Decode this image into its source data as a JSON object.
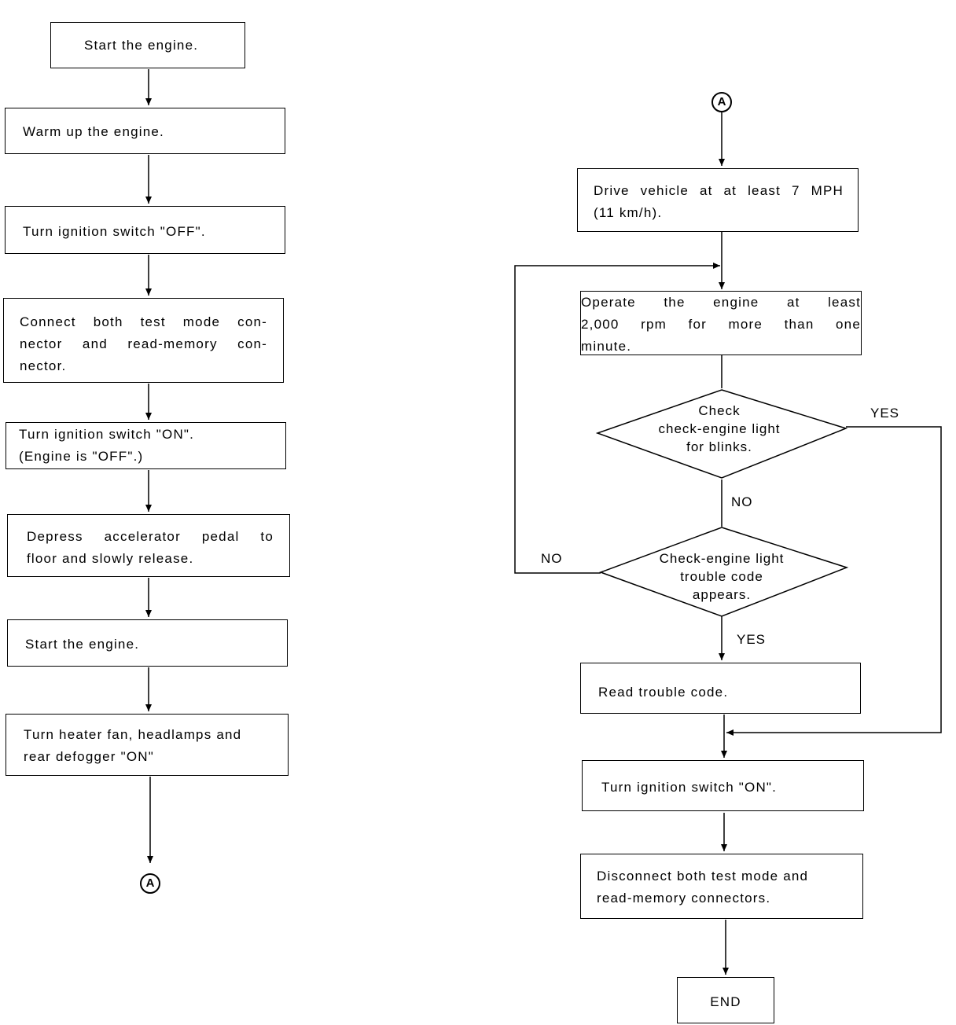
{
  "left_column": {
    "steps": [
      {
        "lines": [
          "Start the engine."
        ]
      },
      {
        "lines": [
          "Warm up the engine."
        ]
      },
      {
        "lines": [
          "Turn ignition switch \"OFF\"."
        ]
      },
      {
        "lines": [
          "Connect both test mode con-",
          "nector and read-memory con-",
          "nector."
        ]
      },
      {
        "lines": [
          "Turn ignition switch \"ON\".",
          "(Engine is \"OFF\".)"
        ]
      },
      {
        "lines": [
          "Depress accelerator pedal to",
          "floor and slowly release."
        ]
      },
      {
        "lines": [
          "Start the engine."
        ]
      },
      {
        "lines": [
          "Turn heater fan, headlamps and",
          "rear defogger \"ON\""
        ]
      }
    ],
    "connector_label": "A"
  },
  "right_column": {
    "connector_label": "A",
    "drive_step": {
      "lines": [
        "Drive vehicle at at least 7 MPH",
        "(11 km/h)."
      ]
    },
    "operate_step": {
      "lines": [
        "Operate the engine at least",
        "2,000 rpm for more than one",
        "minute."
      ]
    },
    "decision_blinks": {
      "lines": [
        "Check",
        "check-engine light",
        "for blinks."
      ],
      "yes_label": "YES",
      "no_label": "NO"
    },
    "decision_code": {
      "lines": [
        "Check-engine light",
        "trouble code",
        "appears."
      ],
      "yes_label": "YES",
      "no_label": "NO"
    },
    "read_step": {
      "lines": [
        "Read trouble code."
      ]
    },
    "ignition_step": {
      "lines": [
        "Turn ignition switch \"ON\"."
      ]
    },
    "disconnect_step": {
      "lines": [
        "Disconnect both test mode and",
        "read-memory connectors."
      ]
    },
    "end_step": {
      "lines": [
        "END"
      ]
    }
  }
}
